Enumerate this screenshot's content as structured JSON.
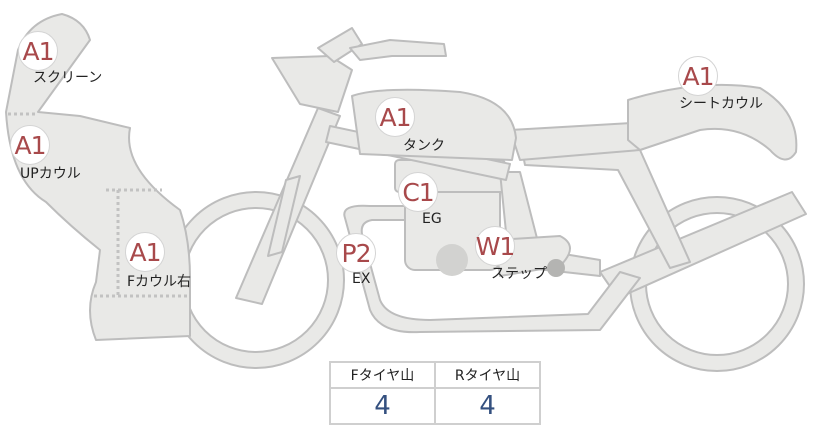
{
  "parts": [
    {
      "id": "screen",
      "code": "A1",
      "label": "スクリーン"
    },
    {
      "id": "upcowl",
      "code": "A1",
      "label": "UPカウル"
    },
    {
      "id": "fcowl",
      "code": "A1",
      "label": "Fカウル右"
    },
    {
      "id": "exhaust",
      "code": "P2",
      "label": "EX"
    },
    {
      "id": "tank",
      "code": "A1",
      "label": "タンク"
    },
    {
      "id": "engine",
      "code": "C1",
      "label": "EG"
    },
    {
      "id": "step",
      "code": "W1",
      "label": "ステップ"
    },
    {
      "id": "seatcowl",
      "code": "A1",
      "label": "シートカウル"
    }
  ],
  "tread": {
    "front_label": "Fタイヤ山",
    "rear_label": "Rタイヤ山",
    "front_value": "4",
    "rear_value": "4"
  },
  "colors": {
    "body_fill": "#e9e9e7",
    "body_stroke": "#bdbdbd",
    "badge_text": "#a8494b",
    "value_text": "#34507f",
    "dotted_line": "#c2c2c2"
  }
}
